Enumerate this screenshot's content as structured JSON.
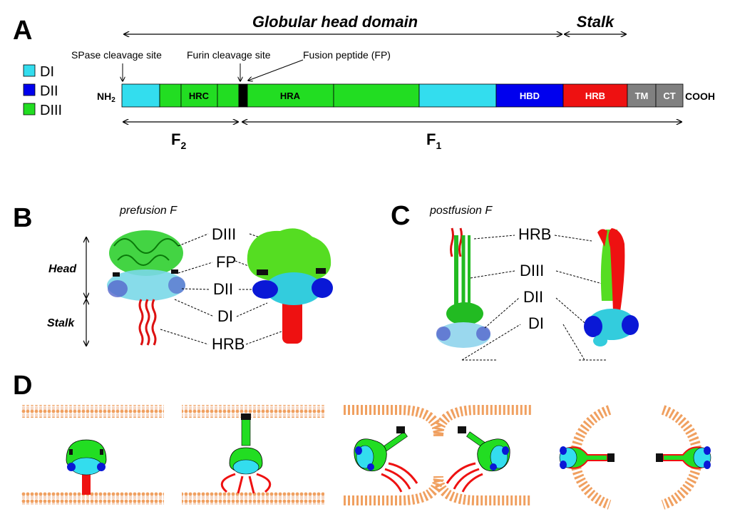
{
  "panels": {
    "a": "A",
    "b": "B",
    "c": "C",
    "d": "D"
  },
  "panel_a": {
    "globular_head": "Globular head domain",
    "stalk": "Stalk",
    "spase_site": "SPase cleavage site",
    "furin_site": "Furin cleavage site",
    "fusion_peptide": "Fusion peptide (FP)",
    "nh2": "NH",
    "nh2_sub": "2",
    "cooh": "COOH",
    "f2": "F",
    "f2_sub": "2",
    "f1": "F",
    "f1_sub": "1",
    "legend": [
      {
        "label": "DI",
        "color": "#33ddee"
      },
      {
        "label": "DII",
        "color": "#0000ee"
      },
      {
        "label": "DIII",
        "color": "#22dd22"
      }
    ],
    "segments": [
      {
        "label": "",
        "color": "#33ddee",
        "text_color": "#000000"
      },
      {
        "label": "",
        "color": "#22dd22",
        "text_color": "#000000"
      },
      {
        "label": "HRC",
        "color": "#22dd22",
        "text_color": "#000000"
      },
      {
        "label": "",
        "color": "#22dd22",
        "text_color": "#000000"
      },
      {
        "label": "",
        "color": "#000000",
        "text_color": "#000000"
      },
      {
        "label": "HRA",
        "color": "#22dd22",
        "text_color": "#000000"
      },
      {
        "label": "",
        "color": "#22dd22",
        "text_color": "#000000"
      },
      {
        "label": "",
        "color": "#33ddee",
        "text_color": "#000000"
      },
      {
        "label": "HBD",
        "color": "#0000ee",
        "text_color": "#ffffff"
      },
      {
        "label": "HRB",
        "color": "#ee1111",
        "text_color": "#ffffff"
      },
      {
        "label": "TM",
        "color": "#808080",
        "text_color": "#ffffff"
      },
      {
        "label": "CT",
        "color": "#808080",
        "text_color": "#ffffff"
      }
    ]
  },
  "panel_b": {
    "title": "prefusion F",
    "head": "Head",
    "stalk": "Stalk",
    "labels": [
      "DIII",
      "FP",
      "DII",
      "DI",
      "HRB"
    ]
  },
  "panel_c": {
    "title": "postfusion F",
    "labels": [
      "HRB",
      "DIII",
      "DII",
      "DI"
    ]
  },
  "colors": {
    "DI": "#33ddee",
    "DII": "#0000ee",
    "DIII": "#22dd22",
    "HRB": "#ee1111",
    "FP": "#000000",
    "membrane": "#f0a060"
  }
}
